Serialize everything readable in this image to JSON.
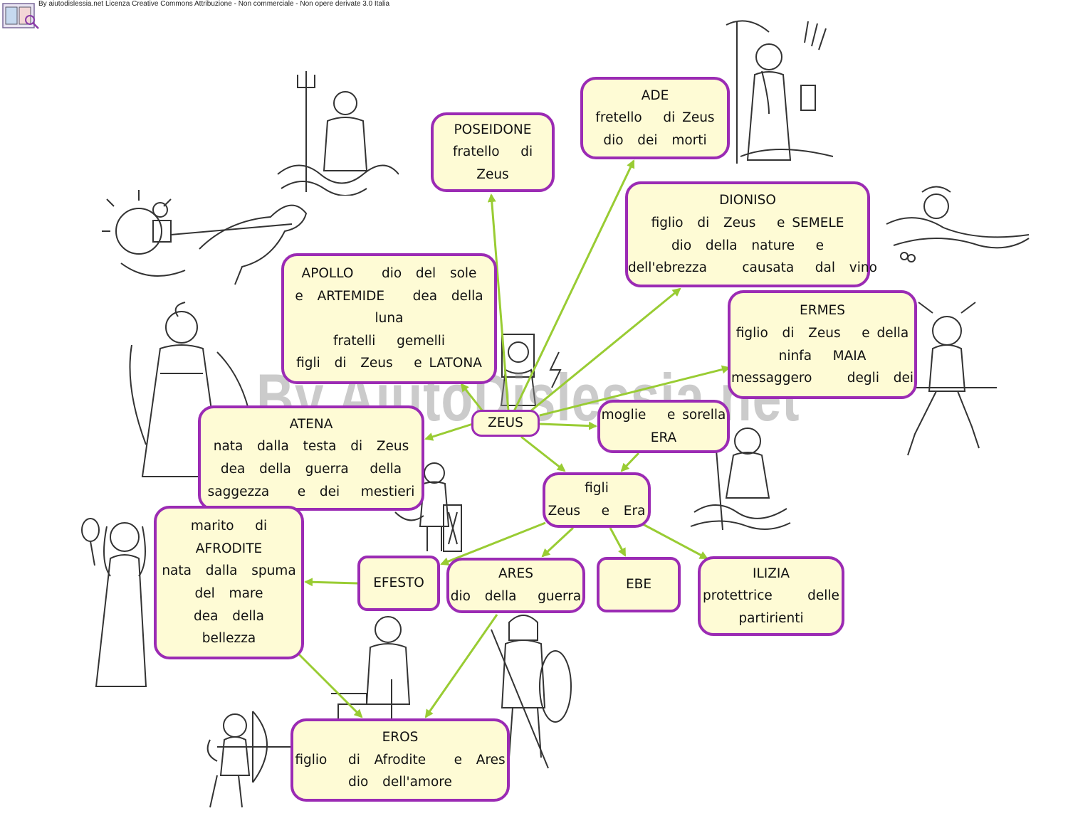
{
  "header": {
    "license_text": "By aiutodislessia.net Licenza Creative Commons Attribuzione - Non commerciale - Non opere derivate 3.0 Italia",
    "watermark_text": "By AiutoDislessia.net"
  },
  "colors": {
    "box_fill": "#fefbd5",
    "box_border": "#9b2bb4",
    "arrow": "#99cc33"
  },
  "nodes": {
    "zeus": {
      "lines": [
        "ZEUS"
      ]
    },
    "poseidone": {
      "lines": [
        "POSEIDONE",
        "fratello   di",
        "Zeus"
      ]
    },
    "ade": {
      "lines": [
        "ADE",
        "fretello   di Zeus",
        "dio  dei  morti"
      ]
    },
    "dioniso": {
      "lines": [
        "DIONISO",
        "figlio  di  Zeus   e SEMELE",
        "dio  della  nature   e",
        "dell'ebrezza     causata   dal  vino"
      ]
    },
    "ermes": {
      "lines": [
        "ERMES",
        "figlio  di  Zeus   e della",
        "ninfa   MAIA",
        "messaggero     degli  dei"
      ]
    },
    "apollo": {
      "lines": [
        "APOLLO    dio  del  sole",
        "e  ARTEMIDE    dea  della",
        "luna",
        "fratelli   gemelli",
        "figli  di  Zeus   e LATONA"
      ]
    },
    "atena": {
      "lines": [
        "ATENA",
        "nata  dalla  testa  di  Zeus",
        "dea  della  guerra   della",
        "saggezza    e  dei   mestieri"
      ]
    },
    "era": {
      "lines": [
        "moglie   e sorella",
        "ERA"
      ]
    },
    "figli": {
      "lines": [
        "figli",
        "Zeus   e  Era"
      ]
    },
    "afrodite": {
      "lines": [
        "marito   di",
        "AFRODITE",
        "nata  dalla  spuma",
        "del  mare",
        "dea  della",
        "bellezza"
      ]
    },
    "efesto": {
      "lines": [
        "EFESTO"
      ]
    },
    "ares": {
      "lines": [
        "ARES",
        "dio  della   guerra"
      ]
    },
    "ebe": {
      "lines": [
        "EBE"
      ]
    },
    "ilizia": {
      "lines": [
        "ILIZIA",
        "protettrice     delle",
        "partirienti"
      ]
    },
    "eros": {
      "lines": [
        "EROS",
        "figlio   di  Afrodite    e  Ares",
        "dio  dell'amore"
      ]
    }
  },
  "edges": [
    [
      "zeus",
      "poseidone"
    ],
    [
      "zeus",
      "ade"
    ],
    [
      "zeus",
      "dioniso"
    ],
    [
      "zeus",
      "ermes"
    ],
    [
      "zeus",
      "apollo"
    ],
    [
      "zeus",
      "atena"
    ],
    [
      "zeus",
      "era"
    ],
    [
      "zeus",
      "figli"
    ],
    [
      "era",
      "figli"
    ],
    [
      "figli",
      "efesto"
    ],
    [
      "figli",
      "ares"
    ],
    [
      "figli",
      "ebe"
    ],
    [
      "figli",
      "ilizia"
    ],
    [
      "efesto",
      "afrodite"
    ],
    [
      "afrodite",
      "eros"
    ],
    [
      "ares",
      "eros"
    ]
  ],
  "illustrations": [
    "poseidon-figure",
    "hades-figure",
    "dionysus-figure",
    "apollo-chariot-figure",
    "artemis-figure",
    "zeus-figure",
    "hermes-figure",
    "athena-figure",
    "hera-figure",
    "aphrodite-figure",
    "hephaestus-figure",
    "ares-figure",
    "eros-figure"
  ]
}
